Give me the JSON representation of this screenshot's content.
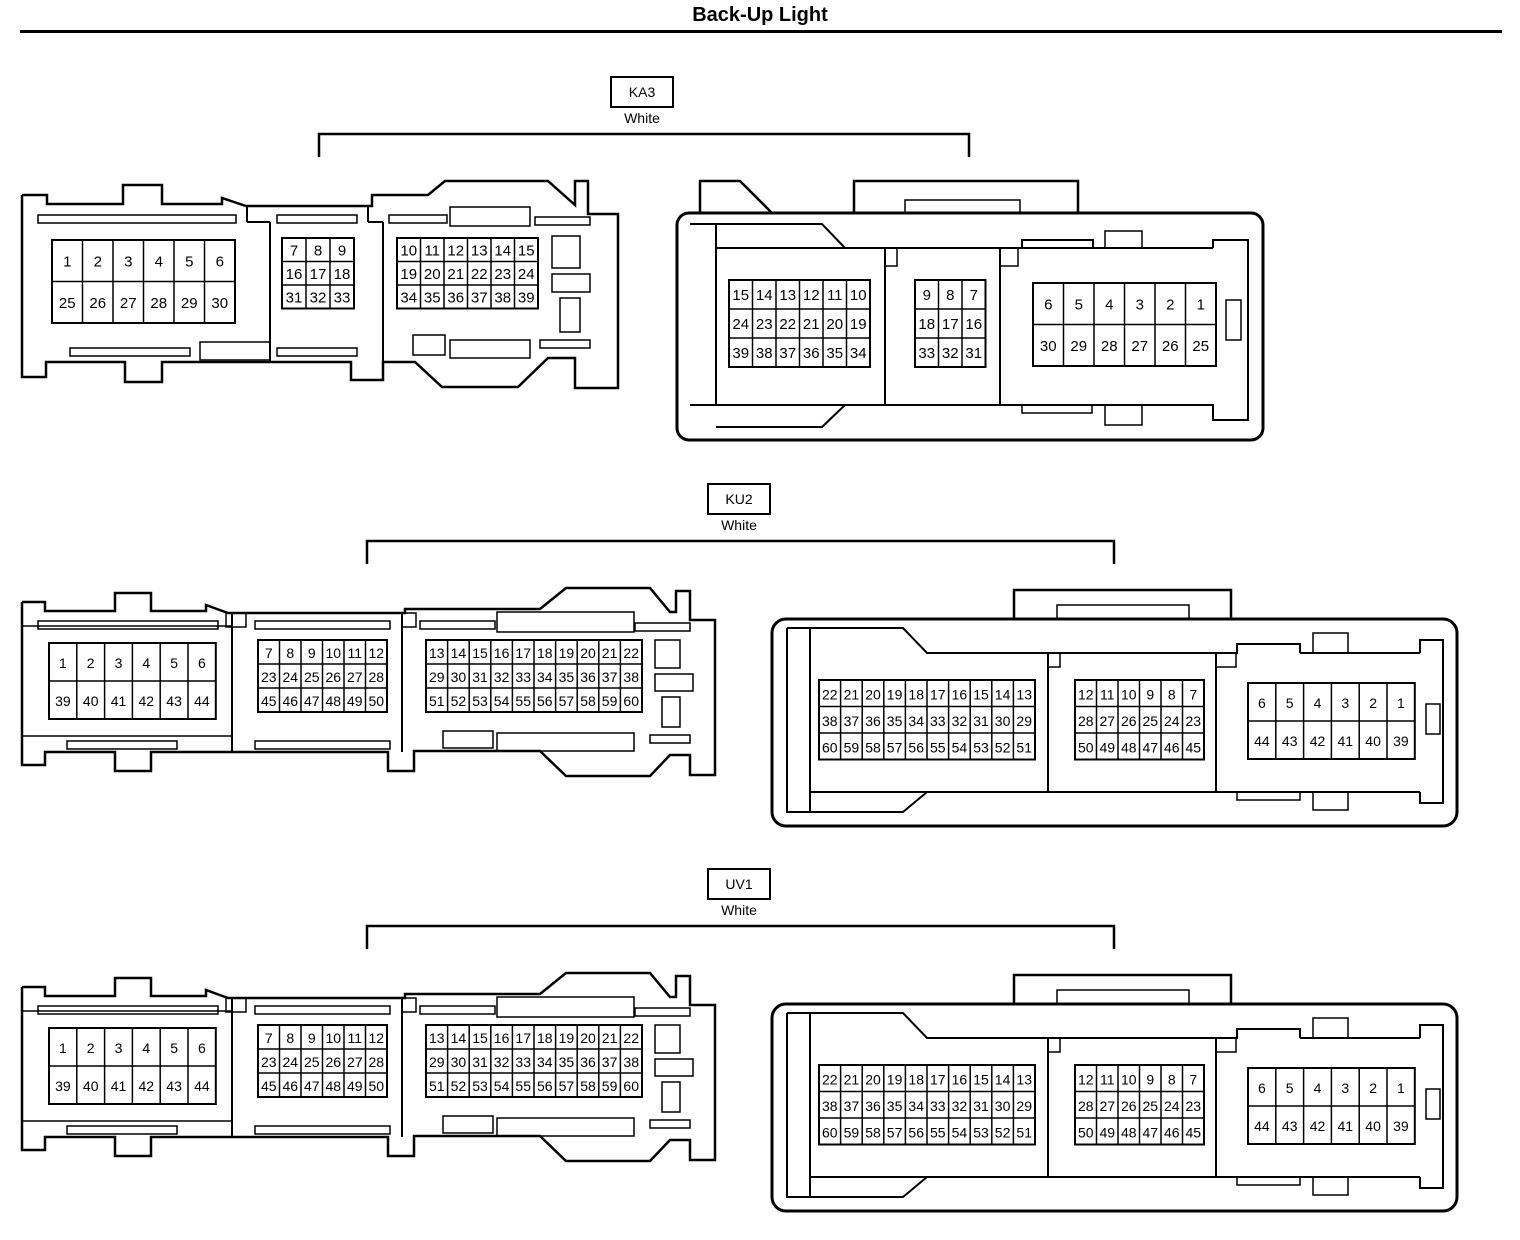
{
  "title": "Back-Up Light",
  "colors": {
    "line": "#000000",
    "background": "#ffffff"
  },
  "connectors": [
    {
      "id": "KA3",
      "color": "White",
      "male": {
        "groups": [
          [
            [
              "1",
              "2",
              "3",
              "4",
              "5",
              "6"
            ],
            [
              "25",
              "26",
              "27",
              "28",
              "29",
              "30"
            ]
          ],
          [
            [
              "7",
              "8",
              "9"
            ],
            [
              "16",
              "17",
              "18"
            ],
            [
              "31",
              "32",
              "33"
            ]
          ],
          [
            [
              "10",
              "11",
              "12",
              "13",
              "14",
              "15"
            ],
            [
              "19",
              "20",
              "21",
              "22",
              "23",
              "24"
            ],
            [
              "34",
              "35",
              "36",
              "37",
              "38",
              "39"
            ]
          ]
        ]
      },
      "female": {
        "groups": [
          [
            [
              "15",
              "14",
              "13",
              "12",
              "11",
              "10"
            ],
            [
              "24",
              "23",
              "22",
              "21",
              "20",
              "19"
            ],
            [
              "39",
              "38",
              "37",
              "36",
              "35",
              "34"
            ]
          ],
          [
            [
              "9",
              "8",
              "7"
            ],
            [
              "18",
              "17",
              "16"
            ],
            [
              "33",
              "32",
              "31"
            ]
          ],
          [
            [
              "6",
              "5",
              "4",
              "3",
              "2",
              "1"
            ],
            [
              "30",
              "29",
              "28",
              "27",
              "26",
              "25"
            ]
          ]
        ]
      }
    },
    {
      "id": "KU2",
      "color": "White",
      "male": {
        "groups": [
          [
            [
              "1",
              "2",
              "3",
              "4",
              "5",
              "6"
            ],
            [
              "39",
              "40",
              "41",
              "42",
              "43",
              "44"
            ]
          ],
          [
            [
              "7",
              "8",
              "9",
              "10",
              "11",
              "12"
            ],
            [
              "23",
              "24",
              "25",
              "26",
              "27",
              "28"
            ],
            [
              "45",
              "46",
              "47",
              "48",
              "49",
              "50"
            ]
          ],
          [
            [
              "13",
              "14",
              "15",
              "16",
              "17",
              "18",
              "19",
              "20",
              "21",
              "22"
            ],
            [
              "29",
              "30",
              "31",
              "32",
              "33",
              "34",
              "35",
              "36",
              "37",
              "38"
            ],
            [
              "51",
              "52",
              "53",
              "54",
              "55",
              "56",
              "57",
              "58",
              "59",
              "60"
            ]
          ]
        ]
      },
      "female": {
        "groups": [
          [
            [
              "22",
              "21",
              "20",
              "19",
              "18",
              "17",
              "16",
              "15",
              "14",
              "13"
            ],
            [
              "38",
              "37",
              "36",
              "35",
              "34",
              "33",
              "32",
              "31",
              "30",
              "29"
            ],
            [
              "60",
              "59",
              "58",
              "57",
              "56",
              "55",
              "54",
              "53",
              "52",
              "51"
            ]
          ],
          [
            [
              "12",
              "11",
              "10",
              "9",
              "8",
              "7"
            ],
            [
              "28",
              "27",
              "26",
              "25",
              "24",
              "23"
            ],
            [
              "50",
              "49",
              "48",
              "47",
              "46",
              "45"
            ]
          ],
          [
            [
              "6",
              "5",
              "4",
              "3",
              "2",
              "1"
            ],
            [
              "44",
              "43",
              "42",
              "41",
              "40",
              "39"
            ]
          ]
        ]
      }
    },
    {
      "id": "UV1",
      "color": "White",
      "male": {
        "groups": [
          [
            [
              "1",
              "2",
              "3",
              "4",
              "5",
              "6"
            ],
            [
              "39",
              "40",
              "41",
              "42",
              "43",
              "44"
            ]
          ],
          [
            [
              "7",
              "8",
              "9",
              "10",
              "11",
              "12"
            ],
            [
              "23",
              "24",
              "25",
              "26",
              "27",
              "28"
            ],
            [
              "45",
              "46",
              "47",
              "48",
              "49",
              "50"
            ]
          ],
          [
            [
              "13",
              "14",
              "15",
              "16",
              "17",
              "18",
              "19",
              "20",
              "21",
              "22"
            ],
            [
              "29",
              "30",
              "31",
              "32",
              "33",
              "34",
              "35",
              "36",
              "37",
              "38"
            ],
            [
              "51",
              "52",
              "53",
              "54",
              "55",
              "56",
              "57",
              "58",
              "59",
              "60"
            ]
          ]
        ]
      },
      "female": {
        "groups": [
          [
            [
              "22",
              "21",
              "20",
              "19",
              "18",
              "17",
              "16",
              "15",
              "14",
              "13"
            ],
            [
              "38",
              "37",
              "36",
              "35",
              "34",
              "33",
              "32",
              "31",
              "30",
              "29"
            ],
            [
              "60",
              "59",
              "58",
              "57",
              "56",
              "55",
              "54",
              "53",
              "52",
              "51"
            ]
          ],
          [
            [
              "12",
              "11",
              "10",
              "9",
              "8",
              "7"
            ],
            [
              "28",
              "27",
              "26",
              "25",
              "24",
              "23"
            ],
            [
              "50",
              "49",
              "48",
              "47",
              "46",
              "45"
            ]
          ],
          [
            [
              "6",
              "5",
              "4",
              "3",
              "2",
              "1"
            ],
            [
              "44",
              "43",
              "42",
              "41",
              "40",
              "39"
            ]
          ]
        ]
      }
    }
  ]
}
